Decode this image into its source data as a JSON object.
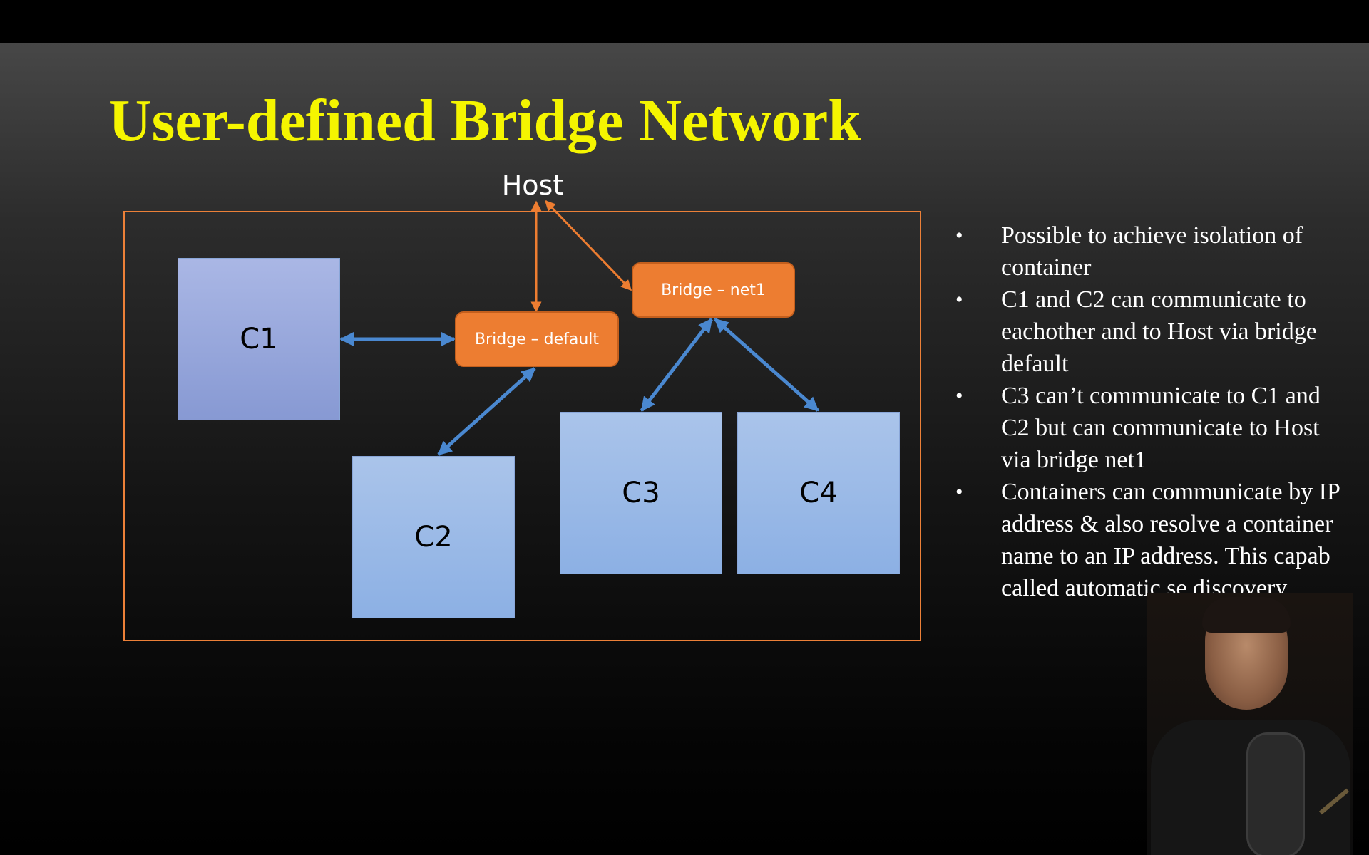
{
  "slide": {
    "title": "User-defined Bridge Network"
  },
  "diagram": {
    "host_label": "Host",
    "containers": [
      "C1",
      "C2",
      "C3",
      "C4"
    ],
    "bridges": {
      "default": "Bridge – default",
      "net1": "Bridge – net1"
    },
    "connections": [
      {
        "from": "Host",
        "to": "Bridge – default"
      },
      {
        "from": "Host",
        "to": "Bridge – net1"
      },
      {
        "from": "C1",
        "to": "Bridge – default"
      },
      {
        "from": "C2",
        "to": "Bridge – default"
      },
      {
        "from": "C3",
        "to": "Bridge – net1"
      },
      {
        "from": "C4",
        "to": "Bridge – net1"
      }
    ],
    "colors": {
      "host_link": "#ed7d31",
      "container_link": "#4a88d0"
    }
  },
  "bullets": [
    "Possible to achieve isolation of container",
    "C1 and C2 can communicate to eachother and to Host via bridge default",
    "C3 can’t communicate to C1 and C2 but can communicate to Host via bridge net1",
    "Containers can communicate by IP address & also resolve a container name to an IP address. This capab called automatic se discovery."
  ],
  "colors": {
    "title": "#f5f500",
    "bridge_fill": "#ed7d31",
    "frame_border": "#ec8038"
  }
}
